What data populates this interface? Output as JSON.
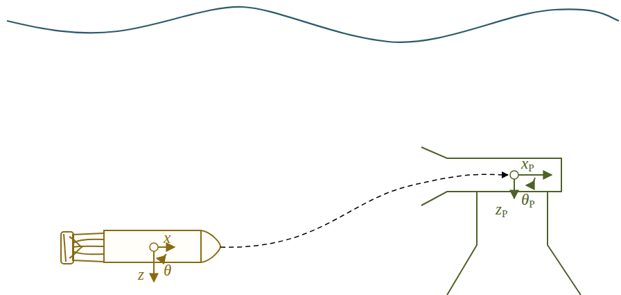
{
  "diagram": {
    "labels": [
      "x",
      "z",
      "θ",
      "xP",
      "zP",
      "θP"
    ]
  }
}
